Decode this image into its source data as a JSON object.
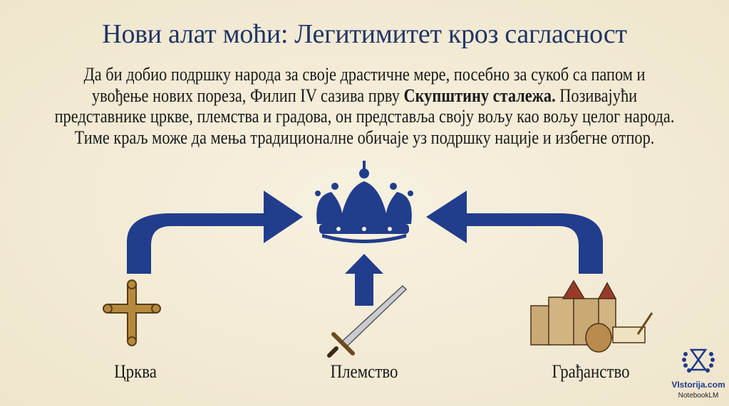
{
  "title": "Нови алат моћи: Легитимитет кроз сагласност",
  "body": {
    "line1": "Да би добио подршку народа за своје драстичне мере, посебно за сукоб са папом и",
    "line2a": "увођење нових пореза, Филип IV сазива прву ",
    "line2b": "Скупштину сталежа.",
    "line2c": " Позивајући",
    "line3": "представнике цркве, племства и градова, он представља своју вољу као вољу целог народа.",
    "line4": "Тиме краљ може да мења традиционалне обичаје уз подршку нације и избегне отпор."
  },
  "labels": {
    "church": "Црква",
    "nobility": "Племство",
    "citizens": "Грађанство"
  },
  "logo": {
    "site": "VIstorija.com",
    "notebook": "NotebookLM"
  },
  "colors": {
    "accent": "#1f3a8a",
    "title": "#1f3566",
    "background": "#f4edd9"
  }
}
